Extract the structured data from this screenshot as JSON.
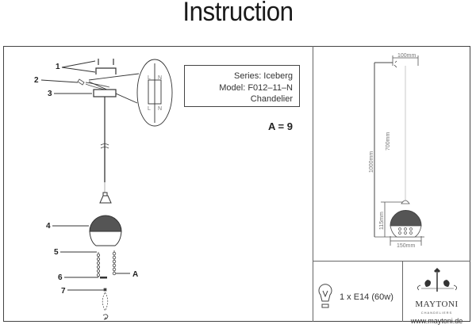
{
  "header": {
    "title": "Instruction"
  },
  "info_box": {
    "series": "Series: Iceberg",
    "model": "Model: F012–11–N",
    "type": "Chandelier"
  },
  "assembly_note": "A = 9",
  "callouts": [
    "1",
    "2",
    "3",
    "4",
    "5",
    "6",
    "7",
    "A"
  ],
  "wiring_detail": {
    "labels": [
      "L",
      "N",
      "L",
      "N"
    ]
  },
  "dimensions": {
    "canopy_width": "100mm",
    "total_height": "1000mm",
    "cable_length": "700mm",
    "shade_height": "115mm",
    "shade_diameter": "150mm"
  },
  "bulb": {
    "icon": "light-bulb-icon",
    "spec": "1 x E14 (60w)"
  },
  "brand": {
    "logo": "maytoni-logo-icon",
    "name": "MAYTONI",
    "tagline": "CHANDELIERS",
    "url": "www.maytoni.de"
  },
  "colors": {
    "shade_dark": "#555555",
    "line": "#444444"
  }
}
